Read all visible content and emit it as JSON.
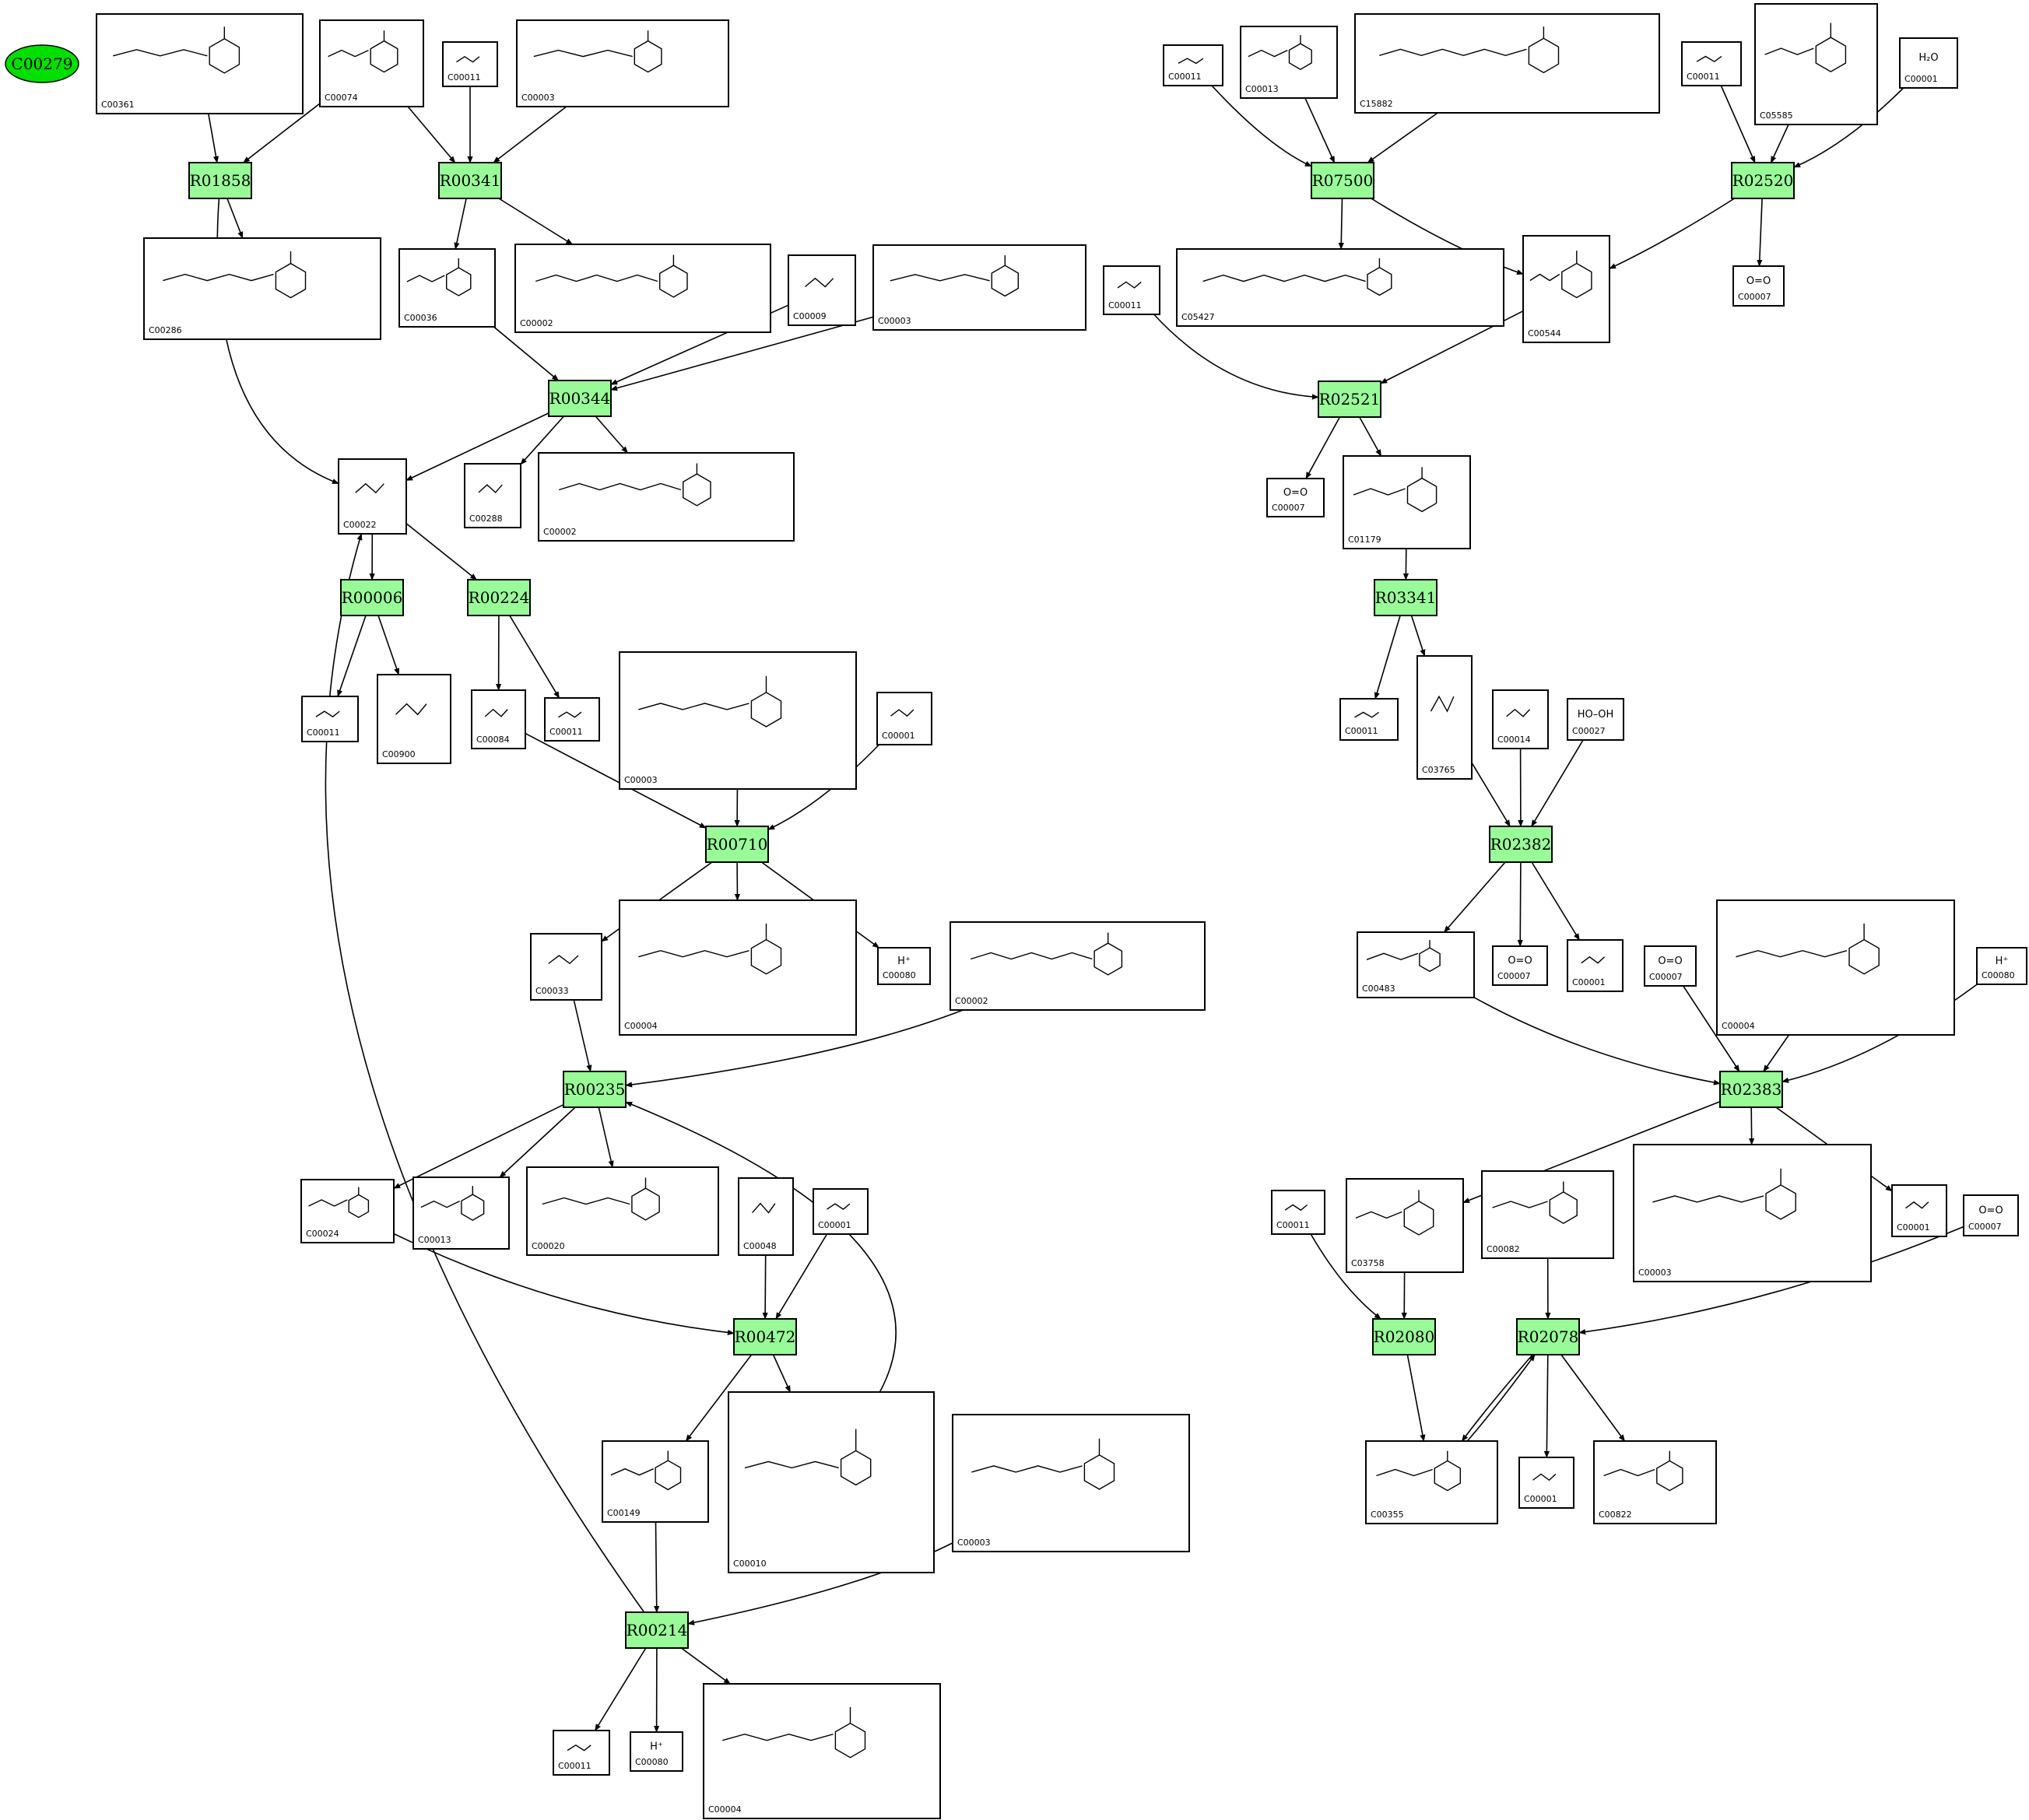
{
  "root": {
    "label": "C00279"
  },
  "reactions": [
    {
      "id": "R01858",
      "label": "R01858"
    },
    {
      "id": "R00341",
      "label": "R00341"
    },
    {
      "id": "R00344",
      "label": "R00344"
    },
    {
      "id": "R00006",
      "label": "R00006"
    },
    {
      "id": "R00224",
      "label": "R00224"
    },
    {
      "id": "R00710",
      "label": "R00710"
    },
    {
      "id": "R00235",
      "label": "R00235"
    },
    {
      "id": "R00472",
      "label": "R00472"
    },
    {
      "id": "R00214",
      "label": "R00214"
    },
    {
      "id": "R07500",
      "label": "R07500"
    },
    {
      "id": "R02520",
      "label": "R02520"
    },
    {
      "id": "R02521",
      "label": "R02521"
    },
    {
      "id": "R03341",
      "label": "R03341"
    },
    {
      "id": "R02382",
      "label": "R02382"
    },
    {
      "id": "R02383",
      "label": "R02383"
    },
    {
      "id": "R02080",
      "label": "R02080"
    },
    {
      "id": "R02078",
      "label": "R02078"
    }
  ],
  "compounds": [
    {
      "key": "c361",
      "label": "C00361",
      "formula": ""
    },
    {
      "key": "c074",
      "label": "C00074",
      "formula": ""
    },
    {
      "key": "c011a",
      "label": "C00011",
      "formula": ""
    },
    {
      "key": "c003a",
      "label": "C00003",
      "formula": ""
    },
    {
      "key": "c286",
      "label": "C00286",
      "formula": ""
    },
    {
      "key": "c036",
      "label": "C00036",
      "formula": ""
    },
    {
      "key": "c002a",
      "label": "C00002",
      "formula": ""
    },
    {
      "key": "c009",
      "label": "C00009",
      "formula": ""
    },
    {
      "key": "c003b",
      "label": "C00003",
      "formula": ""
    },
    {
      "key": "c022",
      "label": "C00022",
      "formula": ""
    },
    {
      "key": "c288",
      "label": "C00288",
      "formula": ""
    },
    {
      "key": "c002b",
      "label": "C00002",
      "formula": ""
    },
    {
      "key": "c011b",
      "label": "C00011",
      "formula": ""
    },
    {
      "key": "c900",
      "label": "C00900",
      "formula": ""
    },
    {
      "key": "c084",
      "label": "C00084",
      "formula": ""
    },
    {
      "key": "c011c",
      "label": "C00011",
      "formula": ""
    },
    {
      "key": "c003c",
      "label": "C00003",
      "formula": ""
    },
    {
      "key": "c001a",
      "label": "C00001",
      "formula": ""
    },
    {
      "key": "c033",
      "label": "C00033",
      "formula": ""
    },
    {
      "key": "c004a",
      "label": "C00004",
      "formula": ""
    },
    {
      "key": "c080a",
      "label": "C00080",
      "formula": "H⁺"
    },
    {
      "key": "c002c",
      "label": "C00002",
      "formula": ""
    },
    {
      "key": "c024",
      "label": "C00024",
      "formula": ""
    },
    {
      "key": "c013a",
      "label": "C00013",
      "formula": ""
    },
    {
      "key": "c020",
      "label": "C00020",
      "formula": ""
    },
    {
      "key": "c048",
      "label": "C00048",
      "formula": ""
    },
    {
      "key": "c001b",
      "label": "C00001",
      "formula": ""
    },
    {
      "key": "c149",
      "label": "C00149",
      "formula": ""
    },
    {
      "key": "c010",
      "label": "C00010",
      "formula": ""
    },
    {
      "key": "c003d",
      "label": "C00003",
      "formula": ""
    },
    {
      "key": "c011d",
      "label": "C00011",
      "formula": ""
    },
    {
      "key": "c080b",
      "label": "C00080",
      "formula": "H⁺"
    },
    {
      "key": "c004b",
      "label": "C00004",
      "formula": ""
    },
    {
      "key": "c011e",
      "label": "C00011",
      "formula": ""
    },
    {
      "key": "c013b",
      "label": "C00013",
      "formula": ""
    },
    {
      "key": "c15882",
      "label": "C15882",
      "formula": ""
    },
    {
      "key": "c011f",
      "label": "C00011",
      "formula": ""
    },
    {
      "key": "c5585",
      "label": "C05585",
      "formula": ""
    },
    {
      "key": "c001c",
      "label": "C00001",
      "formula": "H₂O"
    },
    {
      "key": "c011g",
      "label": "C00011",
      "formula": ""
    },
    {
      "key": "c5427",
      "label": "C05427",
      "formula": ""
    },
    {
      "key": "c544",
      "label": "C00544",
      "formula": ""
    },
    {
      "key": "c007a",
      "label": "C00007",
      "formula": "O=O"
    },
    {
      "key": "c007b",
      "label": "C00007",
      "formula": "O=O"
    },
    {
      "key": "c1179",
      "label": "C01179",
      "formula": ""
    },
    {
      "key": "c011h",
      "label": "C00011",
      "formula": ""
    },
    {
      "key": "c3765",
      "label": "C03765",
      "formula": ""
    },
    {
      "key": "c014",
      "label": "C00014",
      "formula": ""
    },
    {
      "key": "c027",
      "label": "C00027",
      "formula": "HO–OH"
    },
    {
      "key": "c483",
      "label": "C00483",
      "formula": ""
    },
    {
      "key": "c007c",
      "label": "C00007",
      "formula": "O=O"
    },
    {
      "key": "c001d",
      "label": "C00001",
      "formula": ""
    },
    {
      "key": "c007d",
      "label": "C00007",
      "formula": "O=O"
    },
    {
      "key": "c004c",
      "label": "C00004",
      "formula": ""
    },
    {
      "key": "c080c",
      "label": "C00080",
      "formula": "H⁺"
    },
    {
      "key": "c011i",
      "label": "C00011",
      "formula": ""
    },
    {
      "key": "c3758",
      "label": "C03758",
      "formula": ""
    },
    {
      "key": "c082",
      "label": "C00082",
      "formula": ""
    },
    {
      "key": "c003e",
      "label": "C00003",
      "formula": ""
    },
    {
      "key": "c001e",
      "label": "C00001",
      "formula": ""
    },
    {
      "key": "c007e",
      "label": "C00007",
      "formula": "O=O"
    },
    {
      "key": "c355",
      "label": "C00355",
      "formula": ""
    },
    {
      "key": "c001f",
      "label": "C00001",
      "formula": ""
    },
    {
      "key": "c822",
      "label": "C00822",
      "formula": ""
    }
  ]
}
